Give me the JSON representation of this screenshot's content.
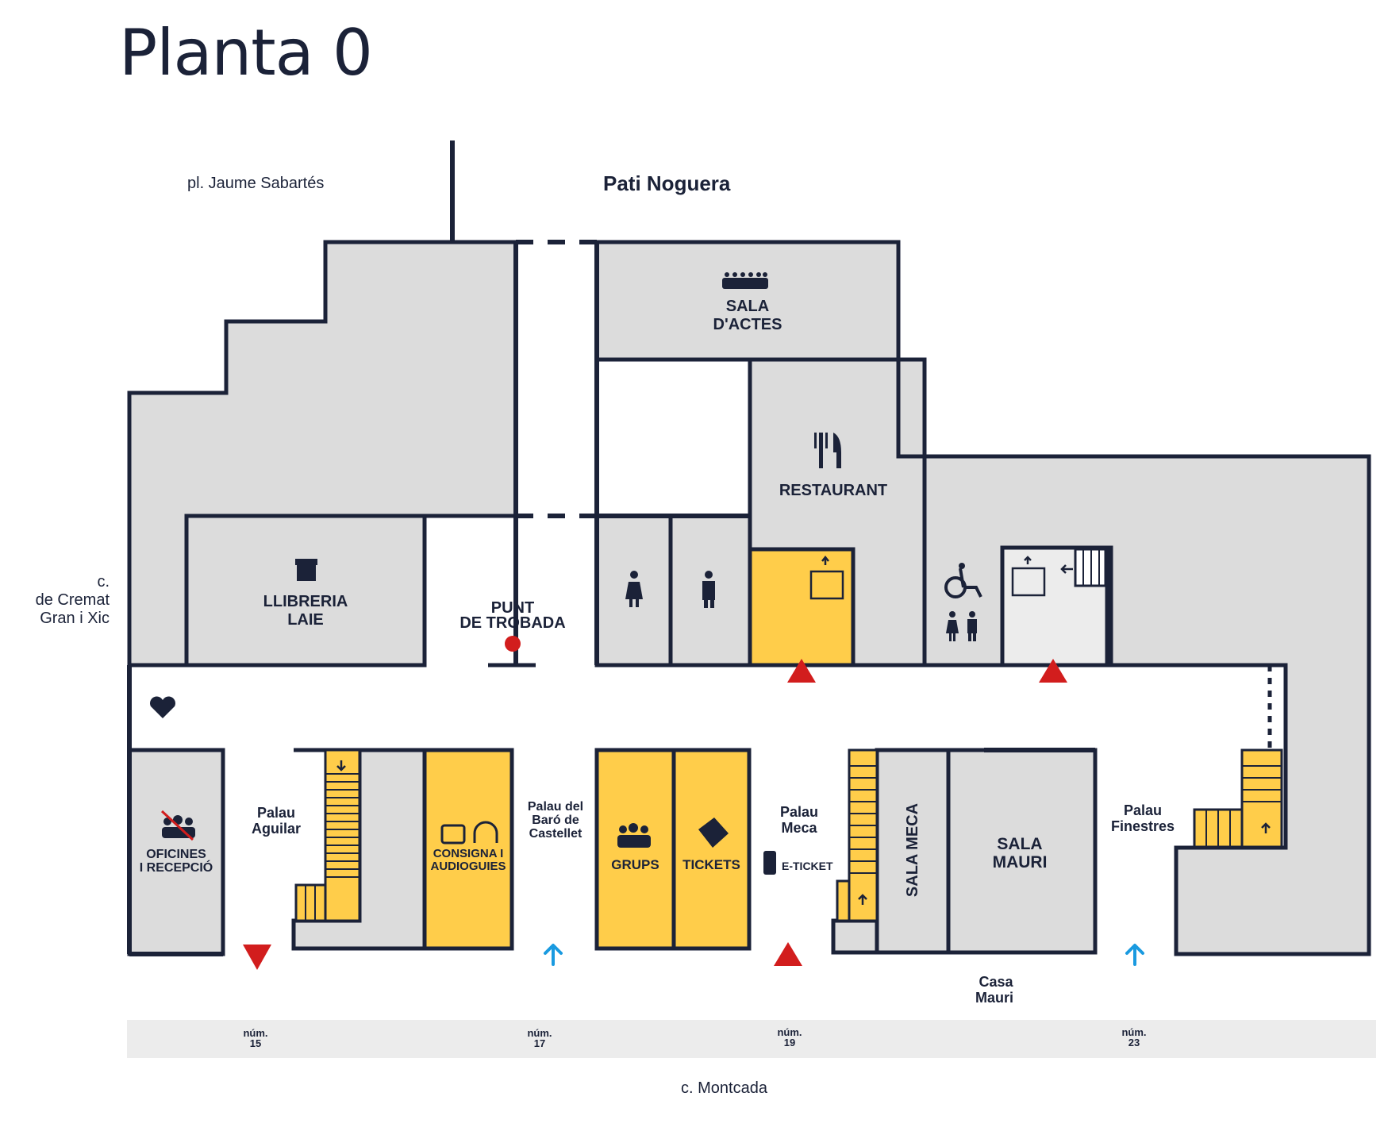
{
  "title": "Planta 0",
  "colors": {
    "wall": "#1b2238",
    "room": "#dcdcdc",
    "highlight": "#ffcd4a",
    "lift_area": "#ececec",
    "street_band": "#ececec",
    "red_marker": "#d21d1d",
    "blue_arrow": "#1a9ae0"
  },
  "streets": {
    "top_left": "pl. Jaume Sabartés",
    "courtyard": "Pati Noguera",
    "left_c": "c.",
    "left_1": "de Cremat",
    "left_2": "Gran i Xic",
    "bottom": "c. Montcada"
  },
  "rooms": {
    "sala_actes_1": "SALA",
    "sala_actes_2": "D'ACTES",
    "restaurant": "RESTAURANT",
    "llibreria_1": "LLIBRERIA",
    "llibreria_2": "LAIE",
    "punt_1": "PUNT",
    "punt_2": "DE TROBADA",
    "oficines_1": "OFICINES",
    "oficines_2": "I RECEPCIÓ",
    "consigna_1": "CONSIGNA I",
    "consigna_2": "AUDIOGUIES",
    "grups": "GRUPS",
    "tickets": "TICKETS",
    "eticket": "E-TICKET",
    "sala_meca": "SALA MECA",
    "sala_mauri_1": "SALA",
    "sala_mauri_2": "MAURI"
  },
  "palaus": {
    "aguilar_1": "Palau",
    "aguilar_2": "Aguilar",
    "castellet_1": "Palau del",
    "castellet_2": "Baró de",
    "castellet_3": "Castellet",
    "meca_1": "Palau",
    "meca_2": "Meca",
    "finestres_1": "Palau",
    "finestres_2": "Finestres",
    "casa_mauri_1": "Casa",
    "casa_mauri_2": "Mauri"
  },
  "numbers": {
    "n15_label": "núm.",
    "n15": "15",
    "n17_label": "núm.",
    "n17": "17",
    "n19_label": "núm.",
    "n19": "19",
    "n23_label": "núm.",
    "n23": "23"
  },
  "icons": [
    "auditorium-seats-icon",
    "restaurant-icon",
    "gift-icon",
    "meeting-point-icon",
    "women-wc-icon",
    "men-wc-icon",
    "lift-icon",
    "wheelchair-icon",
    "toilets-icon",
    "first-aid-icon",
    "no-groups-icon",
    "locker-icon",
    "headphones-icon",
    "groups-icon",
    "ticket-icon",
    "mobile-ticket-icon",
    "stairs-icon",
    "entrance-arrow-icon",
    "exit-arrow-icon"
  ]
}
